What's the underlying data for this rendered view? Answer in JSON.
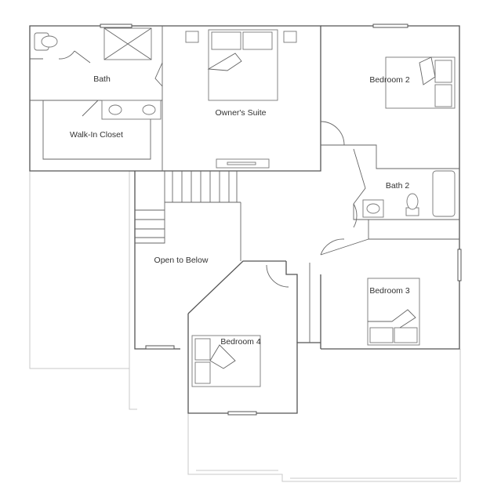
{
  "floor_plan": {
    "rooms": {
      "bath": "Bath",
      "walk_in_closet": "Walk-In Closet",
      "owners_suite": "Owner's Suite",
      "bedroom_2": "Bedroom 2",
      "bath_2": "Bath 2",
      "open_to_below": "Open to Below",
      "bedroom_3": "Bedroom 3",
      "bedroom_4": "Bedroom 4"
    }
  }
}
